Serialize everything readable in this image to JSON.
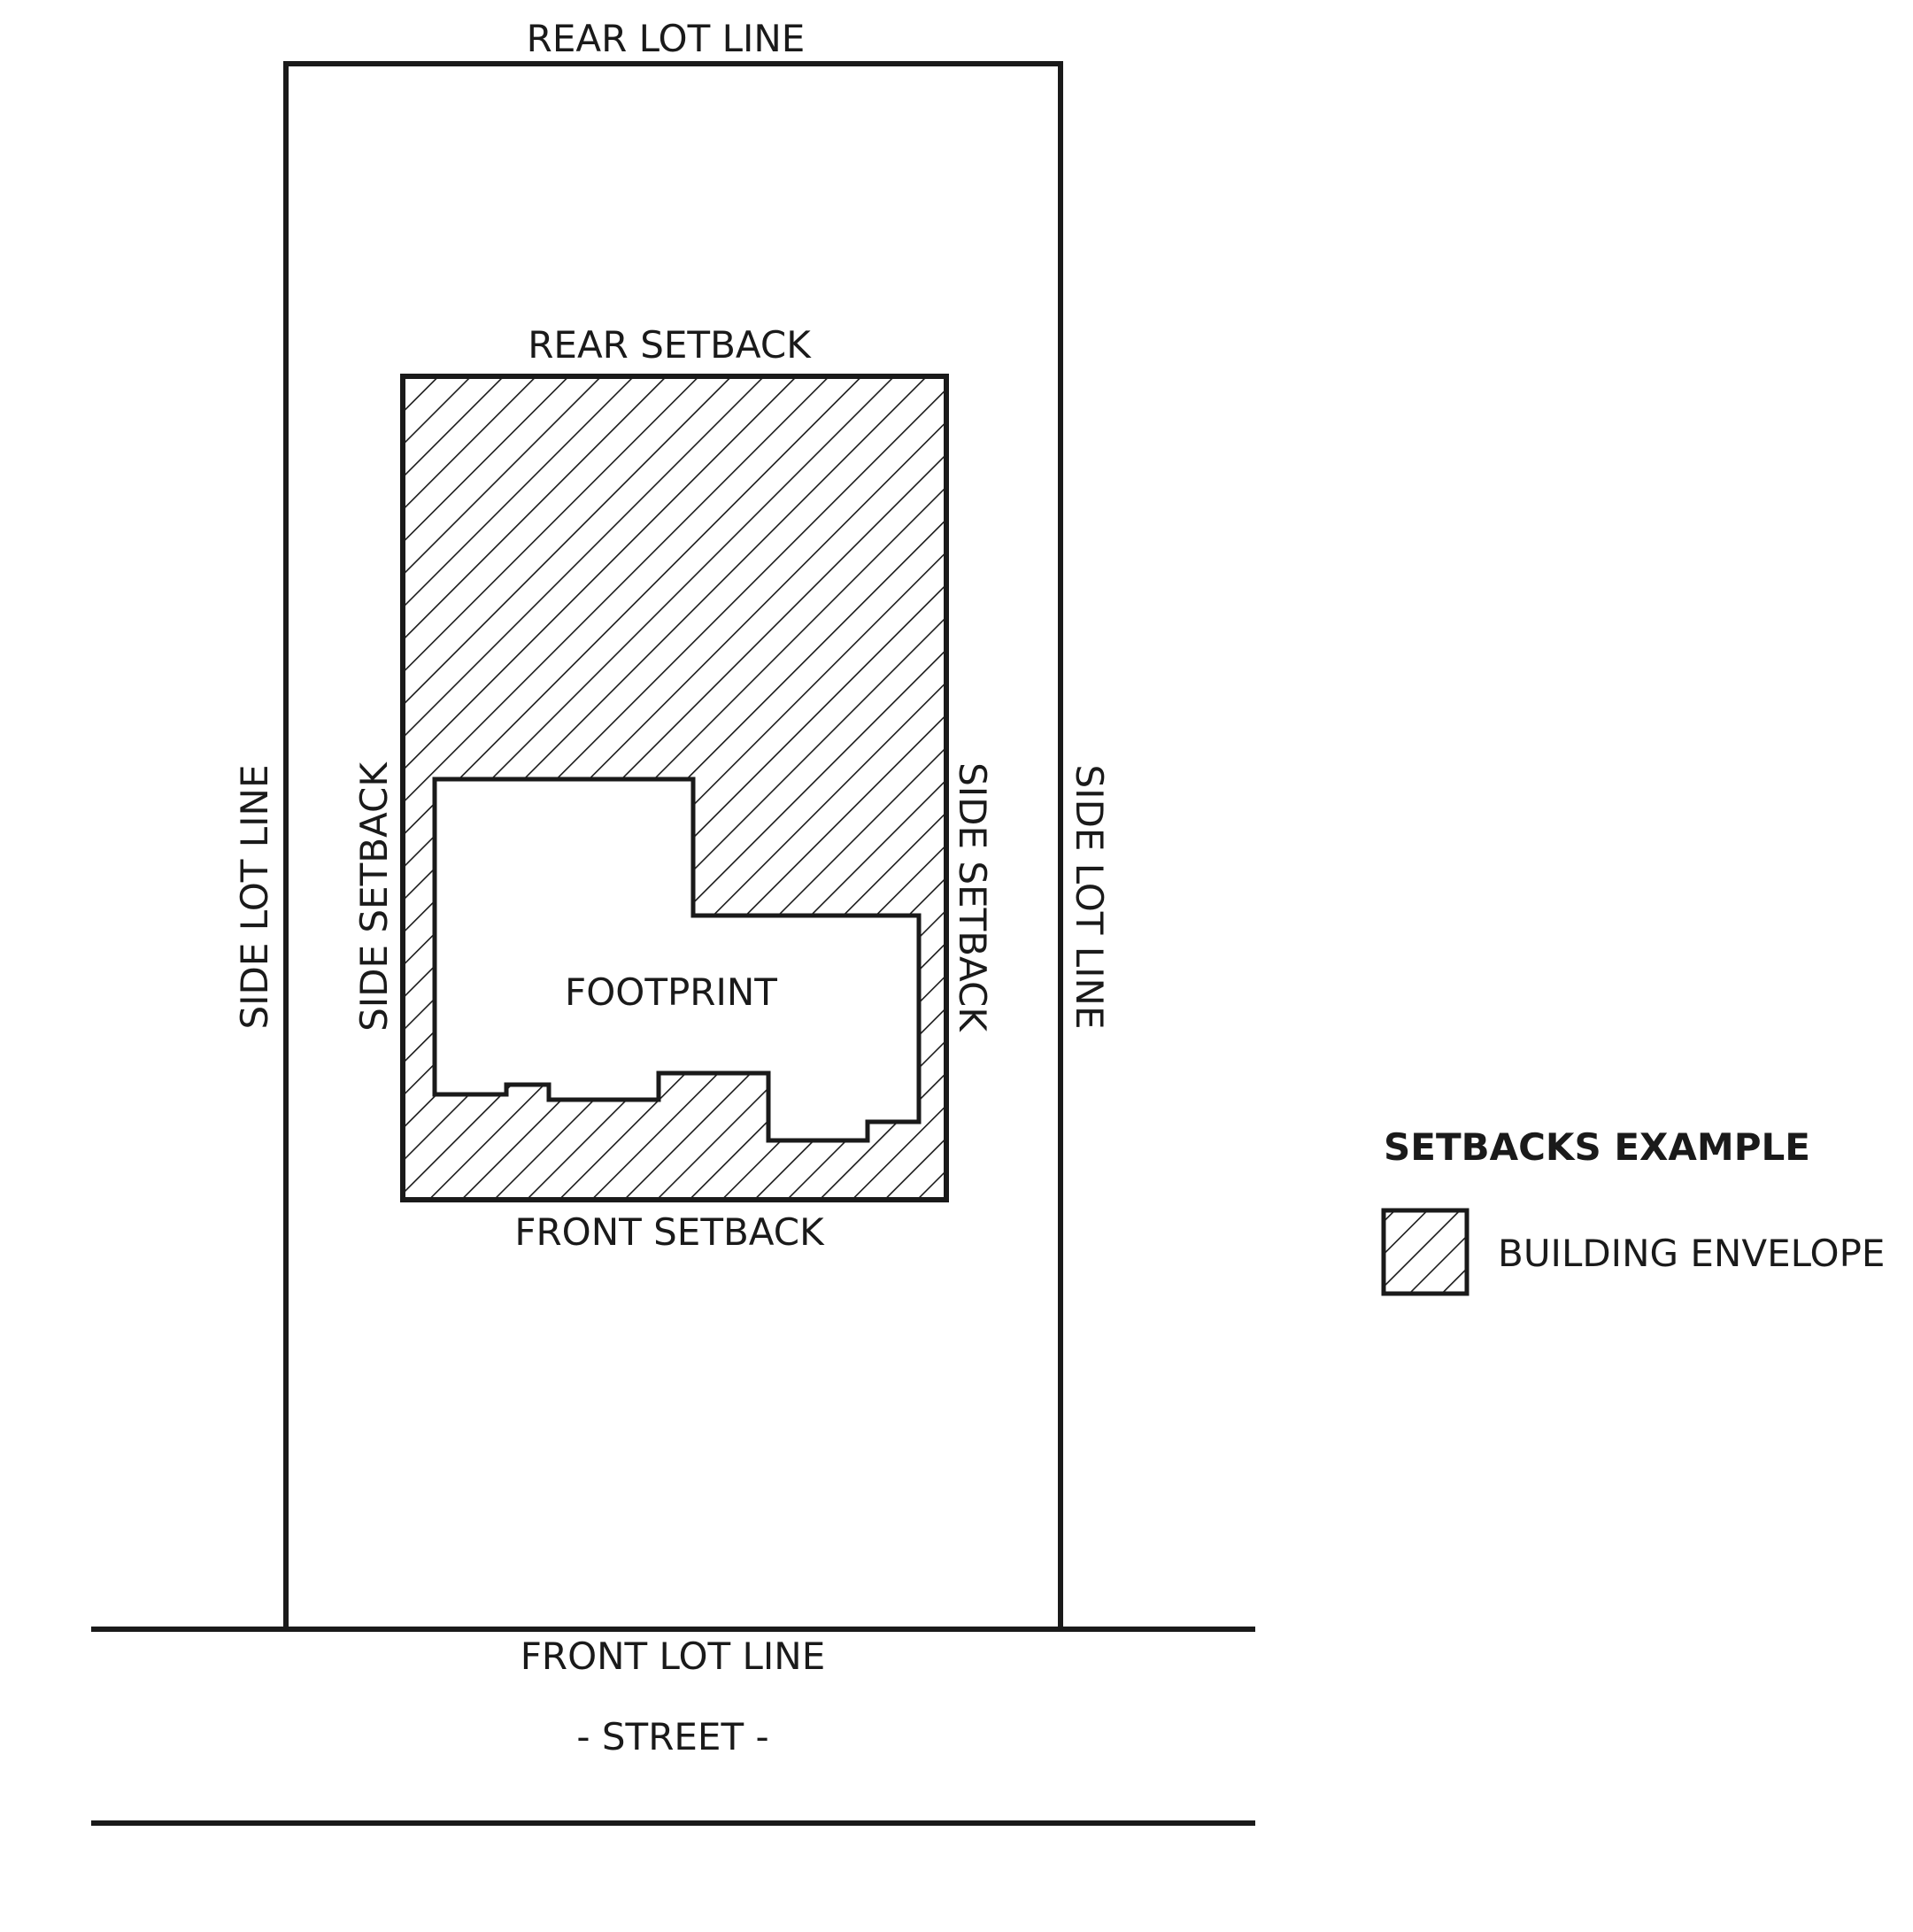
{
  "labels": {
    "rear_lot_line": "REAR LOT LINE",
    "rear_setback": "REAR SETBACK",
    "side_lot_line_left": "SIDE LOT LINE",
    "side_setback_left": "SIDE SETBACK",
    "side_setback_right": "SIDE SETBACK",
    "side_lot_line_right": "SIDE LOT LINE",
    "footprint": "FOOTPRINT",
    "front_setback": "FRONT SETBACK",
    "front_lot_line": "FRONT LOT LINE",
    "street": "- STREET -"
  },
  "legend": {
    "title": "SETBACKS EXAMPLE",
    "items": [
      {
        "label": "BUILDING ENVELOPE",
        "pattern": "diagonal-hatch"
      }
    ]
  },
  "colors": {
    "ink": "#1a1a1a",
    "background": "#ffffff"
  }
}
